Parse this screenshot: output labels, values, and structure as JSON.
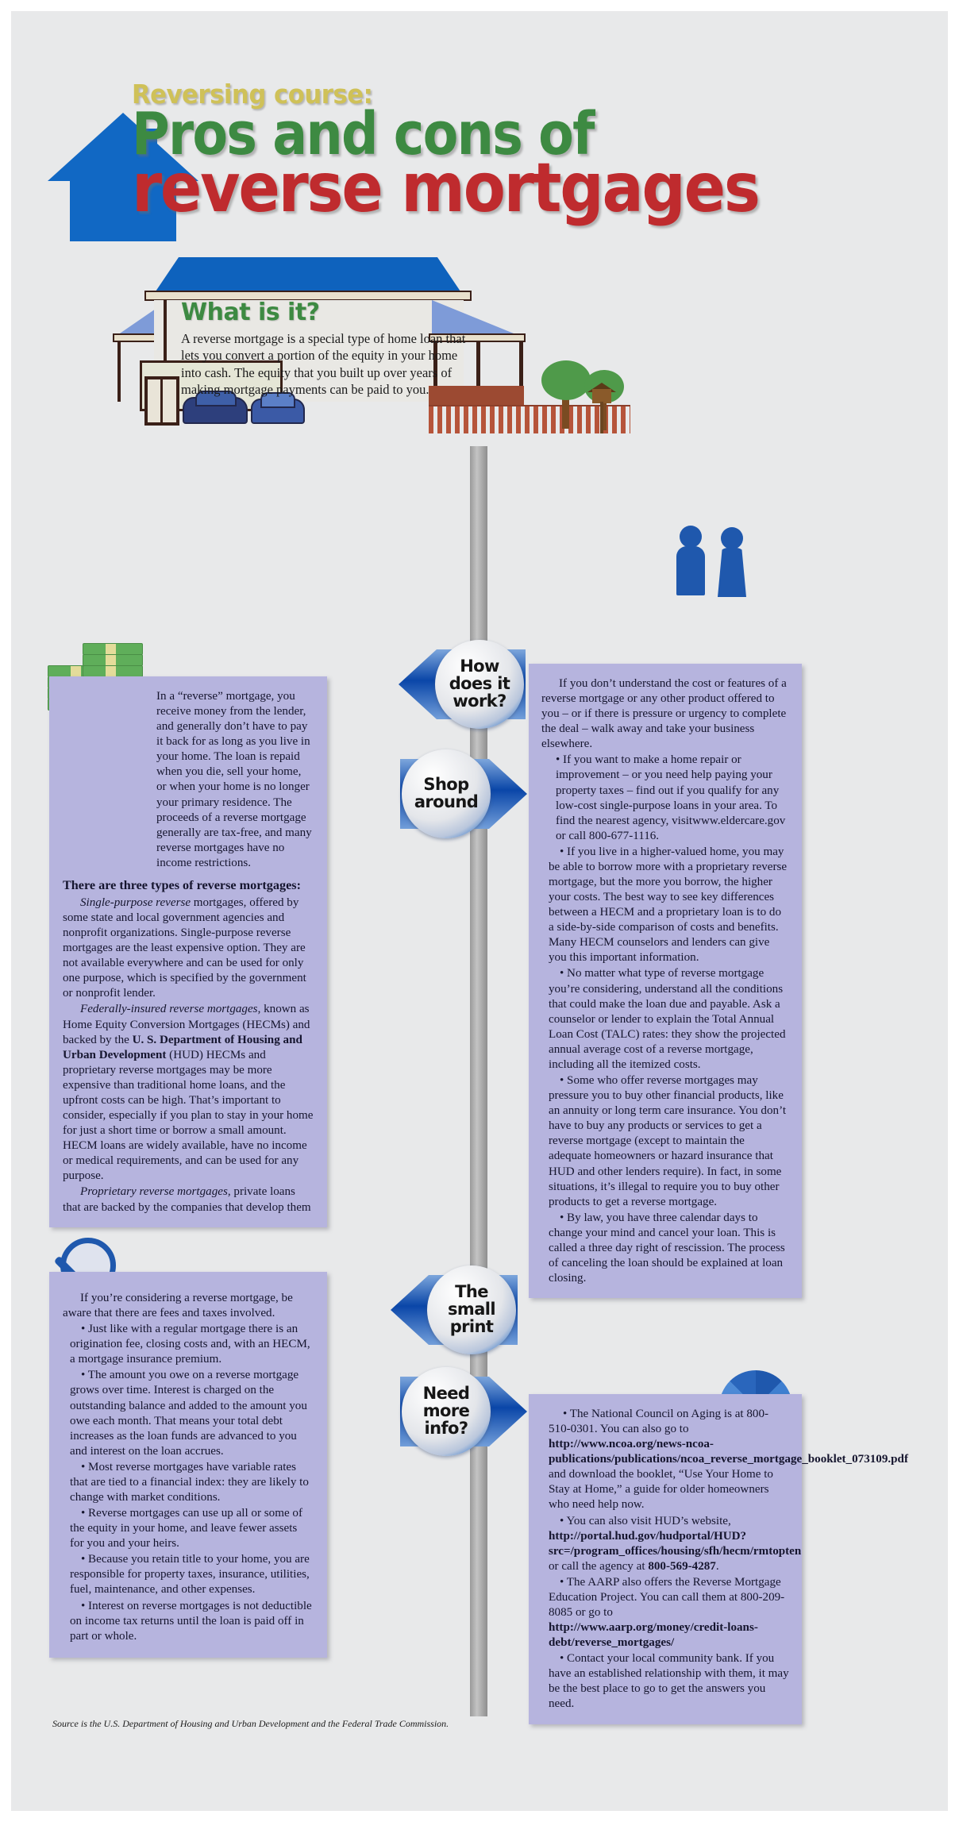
{
  "header": {
    "kicker": "Reversing course:",
    "line1": "Pros and cons of",
    "line2": "reverse mortgages",
    "colors": {
      "kicker": "#cfc158",
      "line1": "#3d8a42",
      "line2": "#bf2b2e",
      "house": "#1168c4"
    }
  },
  "what_is_it": {
    "heading": "What is it?",
    "body": "A reverse mortgage is a special type of home loan that lets you convert a portion of the equity in your home into cash. The equity that you built up over years of making mortgage payments can be paid to you."
  },
  "badges": [
    {
      "id": "how-does-it-work",
      "lines": [
        "How",
        "does it",
        "work?"
      ],
      "direction": "left"
    },
    {
      "id": "shop-around",
      "lines": [
        "Shop",
        "around"
      ],
      "direction": "right"
    },
    {
      "id": "the-small-print",
      "lines": [
        "The",
        "small",
        "print"
      ],
      "direction": "left"
    },
    {
      "id": "need-more-info",
      "lines": [
        "Need",
        "more",
        "info?"
      ],
      "direction": "right"
    }
  ],
  "panel_how": {
    "p1": "In a “reverse” mortgage, you receive money from the lender, and generally don’t have to pay it back for as long as you live in your home. The loan is repaid when you die, sell your home, or when your home is no longer your primary residence. The proceeds of a reverse mortgage generally are tax-free, and many reverse mortgages have no income restrictions.",
    "heading": "There are three types of reverse mortgages:",
    "type1_lead": "Single-purpose reverse",
    "type1_rest": " mortgages, offered by some state and local government agencies and nonprofit organizations. Single-purpose reverse mortgages are the least expensive option. They are not available everywhere and can be used for only one purpose, which is specified by the government or nonprofit lender.",
    "type2_lead": "Federally-insured reverse mortgages",
    "type2_a": ", known as Home Equity Conversion Mortgages (HECMs) and backed by the ",
    "type2_bold": "U. S. Department of Housing and Urban Development",
    "type2_b": " (HUD) HECMs and proprietary reverse mortgages may be more expensive than traditional home loans, and the upfront costs can be high. That’s important to consider, especially if you plan to stay in your home for just a short time or borrow a small amount. HECM loans are widely available, have no income or medical requirements, and can be used for any purpose.",
    "type3_lead": "Proprietary reverse mortgages",
    "type3_rest": ", private loans that are backed by the companies that develop them"
  },
  "panel_shop": {
    "p1": "If you don’t understand the cost or features of a reverse mortgage or any other product offered to you – or if there is pressure or urgency to complete the deal – walk away and take your business elsewhere.",
    "bullets": [
      "• If you want to make a home repair or improvement – or you need help paying your property taxes – find out if you qualify for any low-cost single-purpose loans in your area. To find the nearest agency, visitwww.eldercare.gov or call 800-677-1116.",
      "• If you live in a higher-valued home, you may be able to borrow more with a proprietary reverse mortgage, but the more you borrow, the higher your costs. The best way to see key differences between a HECM and a proprietary loan is to do a side-by-side comparison of costs and benefits. Many HECM counselors and lenders can give you this important information.",
      "• No matter what type of reverse mortgage you’re considering, understand all the conditions that could make the loan due and payable. Ask a counselor or lender to explain the Total Annual Loan Cost (TALC) rates: they show the projected annual average cost of a reverse mortgage, including all the itemized costs.",
      "• Some who offer reverse mortgages may pressure you to buy other financial products, like an annuity or long term care insurance. You don’t have to buy any products or services to get a reverse mortgage (except to maintain the adequate homeowners or hazard insurance that HUD and other lenders require). In fact, in some situations, it’s illegal to require you to buy other products to get a reverse mortgage.",
      "• By law, you have three calendar days to change your mind and cancel your loan.  This is called a three day right of rescission.  The process of canceling the loan should be explained at loan closing."
    ]
  },
  "panel_small_print": {
    "p1": "If you’re considering a reverse mortgage, be aware that there are fees and taxes involved.",
    "bullets": [
      "• Just like with a regular mortgage there is an origination fee, closing costs and, with an HECM, a mortgage insurance premium.",
      "• The amount you owe on a reverse mortgage grows over time. Interest is charged on the outstanding balance and added to the amount you owe each month. That means your total debt increases as the loan funds are advanced to you and interest on the loan accrues.",
      "• Most reverse mortgages have variable rates that are tied to a financial index: they are likely to change with market conditions.",
      "• Reverse mortgages can use up all or some of the equity in your home, and leave fewer assets for you and your heirs.",
      "• Because you retain title to your home, you are responsible for property taxes, insurance, utilities, fuel, maintenance, and other expenses.",
      "• Interest on reverse mortgages is not deductible on income tax returns until the loan is paid off in part or whole."
    ]
  },
  "panel_info": {
    "b1_a": "• The National Council on Aging is at 800-510-0301. You can also go to ",
    "b1_url": "http://www.ncoa.org/news-ncoa-publications/publications/ncoa_reverse_mortgage_booklet_073109.pdf",
    "b1_b": " and download the booklet, “Use Your Home to Stay at Home,” a guide for older homeowners who need help now.",
    "b2_a": "• You can also visit HUD’s website, ",
    "b2_url": "http://portal.hud.gov/hudportal/HUD?src=/program_offices/housing/sfh/hecm/rmtopten",
    "b2_b": " or call the agency at ",
    "b2_phone": "800-569-4287",
    "b2_c": ".",
    "b3_a": "• The AARP also offers the Reverse Mortgage Education Project. You can call them at 800-209-8085 or go to ",
    "b3_url": "http://www.aarp.org/money/credit-loans-debt/reverse_mortgages/",
    "b4": "• Contact your local community bank. If you have an established relationship with them, it may be the best place to go to get the answers you need."
  },
  "source": "Source is the U.S. Department of Housing and Urban Development and the Federal Trade Commission."
}
